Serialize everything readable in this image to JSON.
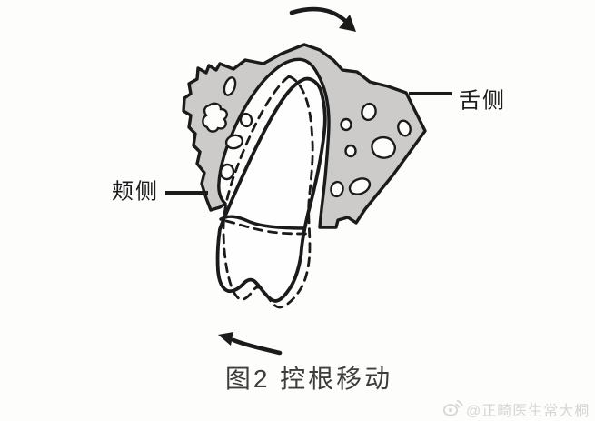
{
  "diagram": {
    "caption": "图2 控根移动",
    "labels": {
      "right": "舌侧",
      "left": "颊侧"
    },
    "watermark": {
      "handle": "@正畸医生常大桐",
      "icon": "weibo-icon"
    },
    "icons": {
      "top_arrow": "curved-arrow-clockwise-icon",
      "bottom_arrow": "curved-arrow-counterclockwise-icon"
    },
    "colors": {
      "bone": "#cccbc9",
      "line": "#1b1b1b",
      "caption": "#3d3d3d",
      "watermark": "#d6d6d6",
      "background": "#fdfdfc"
    }
  }
}
